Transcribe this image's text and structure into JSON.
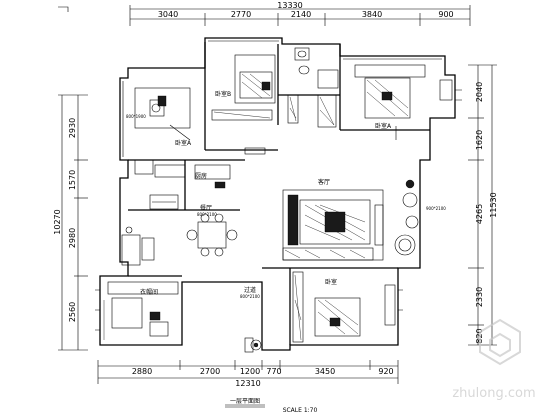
{
  "top_dimensions": {
    "overall": "13330",
    "segments": [
      "3040",
      "2770",
      "2140",
      "3840",
      "900"
    ]
  },
  "bottom_dimensions": {
    "segments": [
      "2880",
      "2700",
      "1200",
      "770",
      "3450",
      "920"
    ],
    "overall": "12310"
  },
  "left_dimensions": {
    "segments": [
      "2930",
      "1570",
      "2980",
      "2560"
    ],
    "overall": "10270"
  },
  "right_dimensions": {
    "segments": [
      "2040",
      "1620",
      "4265",
      "2330",
      "820"
    ],
    "overall": "11530"
  },
  "rooms": {
    "bedroom_top_left": "卧室A",
    "bedroom_top_right": "卧室B",
    "living": "客厅",
    "dining": "餐厅",
    "kitchen": "厨房",
    "corridor": "过道",
    "bedroom_bottom": "卧室",
    "closet": "衣帽间"
  },
  "door_tags": [
    "800*1900",
    "800*2100",
    "900*2100",
    "800*2100"
  ],
  "drawing_title": "一层平面图",
  "scale_label": "SCALE  1:70",
  "watermark": "zhulong.com"
}
